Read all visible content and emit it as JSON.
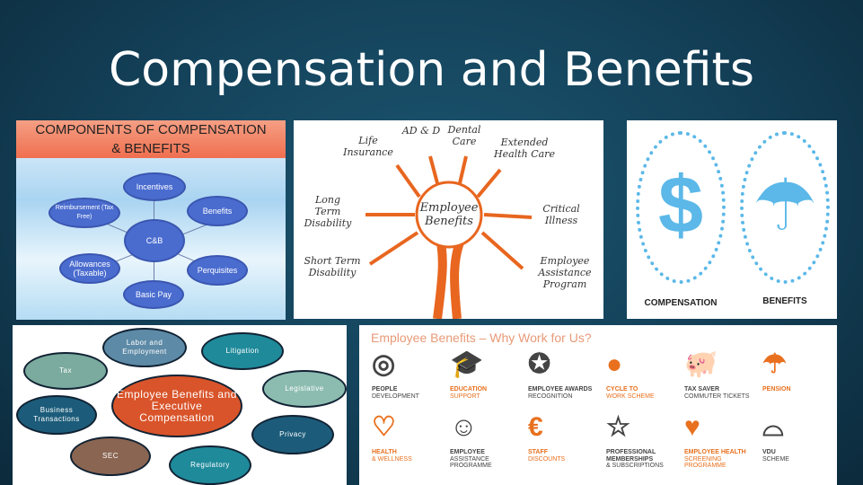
{
  "slide": {
    "title": "Compensation and Benefits"
  },
  "panel_components": {
    "header": [
      "COMPONENTS OF COMPENSATION",
      "& BENEFITS"
    ],
    "center": "C&B",
    "nodes": {
      "incentives": "Incentives",
      "benefits": "Benefits",
      "perquisites": "Perquisites",
      "basic_pay": "Basic Pay",
      "allowances": "Allowances (Taxable)",
      "reimbursement": "Reimbursement (Tax Free)"
    }
  },
  "panel_tree": {
    "center": "Employee Benefits",
    "labels": {
      "life": "Life Insurance",
      "add": "AD & D",
      "dental": "Dental Care",
      "extended": "Extended Health Care",
      "ltd": "Long Term Disability",
      "critical": "Critical Illness",
      "std": "Short Term Disability",
      "eap": "Employee Assistance Program"
    }
  },
  "panel_icons": {
    "compensation": "COMPENSATION",
    "benefits": "BENEFITS",
    "accent": "#5bb8e8"
  },
  "panel_legal": {
    "center": "Employee Benefits and Executive Compensation",
    "nodes": {
      "labor": "Labor and Employment",
      "litigation": "Litigation",
      "tax": "Tax",
      "legislative": "Legislative",
      "business": "Business Transactions",
      "privacy": "Privacy",
      "sec": "SEC",
      "regulatory": "Regulatory"
    }
  },
  "panel_why": {
    "title": "Employee Benefits – Why Work for Us?",
    "accent": "#e8701e",
    "items": [
      {
        "l1": "PEOPLE",
        "l2": "DEVELOPMENT",
        "icon": "wifi-person-icon",
        "c": "gr",
        "g": "◎"
      },
      {
        "l1": "EDUCATION",
        "l2": "SUPPORT",
        "icon": "graduation-cap-icon",
        "c": "or",
        "g": "🎓"
      },
      {
        "l1": "EMPLOYEE AWARDS",
        "l2": "RECOGNITION",
        "icon": "award-ribbon-icon",
        "c": "gr",
        "g": "✪"
      },
      {
        "l1": "CYCLE TO",
        "l2": "WORK SCHEME",
        "icon": "bicycle-icon",
        "c": "or",
        "g": "●"
      },
      {
        "l1": "TAX SAVER",
        "l2": "COMMUTER TICKETS",
        "icon": "piggy-bank-icon",
        "c": "gr",
        "g": "🐖"
      },
      {
        "l1": "PENSION",
        "l2": "",
        "icon": "umbrella-icon",
        "c": "or",
        "g": "☂"
      },
      {
        "l1": "HEALTH",
        "l2": "& WELLNESS",
        "icon": "heart-icon",
        "c": "or",
        "g": "♡"
      },
      {
        "l1": "EMPLOYEE",
        "l2": "ASSISTANCE PROGRAMME",
        "icon": "people-icon",
        "c": "gr",
        "g": "☺"
      },
      {
        "l1": "STAFF",
        "l2": "DISCOUNTS",
        "icon": "euro-icon",
        "c": "or",
        "g": "€"
      },
      {
        "l1": "PROFESSIONAL MEMBERSHIPS",
        "l2": "& SUBSCRIPTIONS",
        "icon": "star-icon",
        "c": "gr",
        "g": "☆"
      },
      {
        "l1": "EMPLOYEE HEALTH",
        "l2": "SCREENING PROGRAMME",
        "icon": "hand-heart-icon",
        "c": "or",
        "g": "♥"
      },
      {
        "l1": "VDU",
        "l2": "SCHEME",
        "icon": "glasses-icon",
        "c": "gr",
        "g": "⌓"
      }
    ]
  }
}
